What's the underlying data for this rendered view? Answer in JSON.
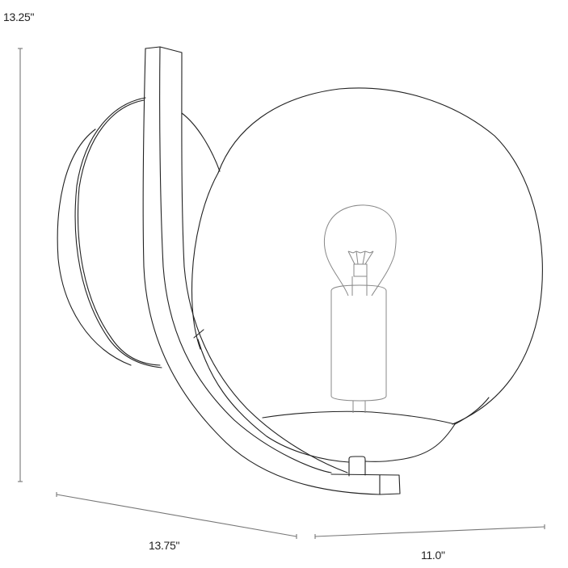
{
  "diagram": {
    "title": "Wall sconce dimension drawing",
    "subject": "globe wall sconce with curved arm, round wall plate, exposed bulb and cylindrical socket",
    "dimensions": {
      "height": {
        "label": "13.25\"",
        "value": 13.25,
        "unit": "in",
        "axis": "vertical"
      },
      "depth": {
        "label": "13.75\"",
        "value": 13.75,
        "unit": "in",
        "axis": "left-diagonal"
      },
      "width": {
        "label": "11.0\"",
        "value": 11.0,
        "unit": "in",
        "axis": "right-diagonal"
      }
    },
    "colors": {
      "line": "#222222",
      "inner_line": "#888888",
      "dimension_line": "#777777",
      "background": "#ffffff"
    },
    "parts": [
      "wall-plate",
      "curved-arm",
      "glass-globe",
      "bulb",
      "socket",
      "globe-base",
      "arm-end-cap"
    ]
  }
}
